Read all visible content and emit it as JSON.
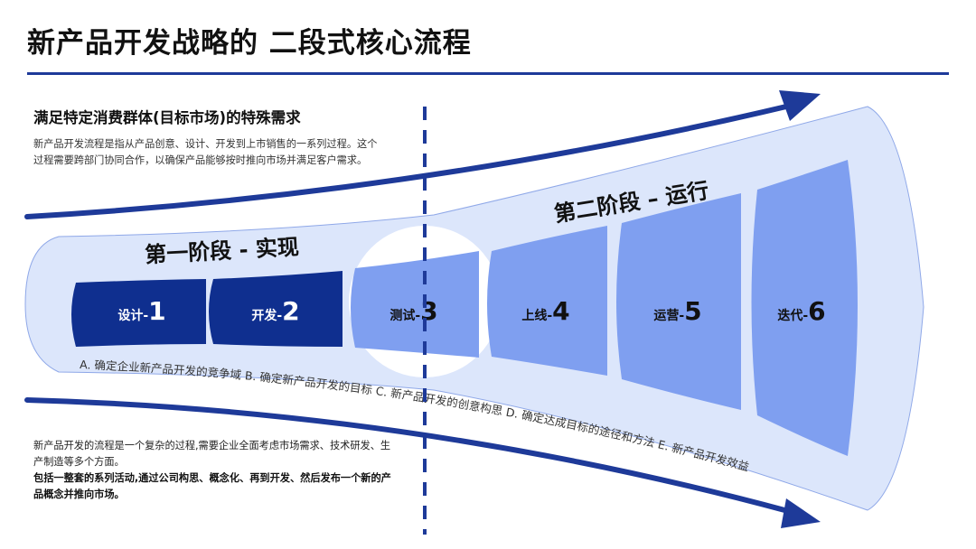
{
  "title": "新产品开发战略的 二段式核心流程",
  "intro": {
    "heading": "满足特定消费群体(目标市场)的特殊需求",
    "text": "新产品开发流程是指从产品创意、设计、开发到上市销售的一系列过程。这个过程需要跨部门协同合作，以确保产品能够按时推向市场并满足客户需求。"
  },
  "phases": {
    "phase1": "第一阶段 - 实现",
    "phase2": "第二阶段 – 运行"
  },
  "steps": [
    {
      "label": "设计-",
      "num": "1"
    },
    {
      "label": "开发-",
      "num": "2"
    },
    {
      "label": "测试-",
      "num": "3"
    },
    {
      "label": "上线-",
      "num": "4"
    },
    {
      "label": "运营-",
      "num": "5"
    },
    {
      "label": "迭代-",
      "num": "6"
    }
  ],
  "goals_text": "A. 确定企业新产品开发的竞争域 B. 确定新产品开发的目标 C. 新产品开发的创意构思 D. 确定达成目标的途径和方法 E. 新产品开发效益",
  "bottom": {
    "line1": "新产品开发的流程是一个复杂的过程,需要企业全面考虑市场需求、技术研发、生产制造等多个方面。",
    "line2": "包括一整套的系列活动,通过公司构思、概念化、再到开发、然后发布一个新的产品概念并推向市场。"
  },
  "colors": {
    "accent": "#1e3a99",
    "dark_step": "#0f2f8f",
    "light_step": "#7f9ff0",
    "funnel_bg": "#dce6fb"
  }
}
